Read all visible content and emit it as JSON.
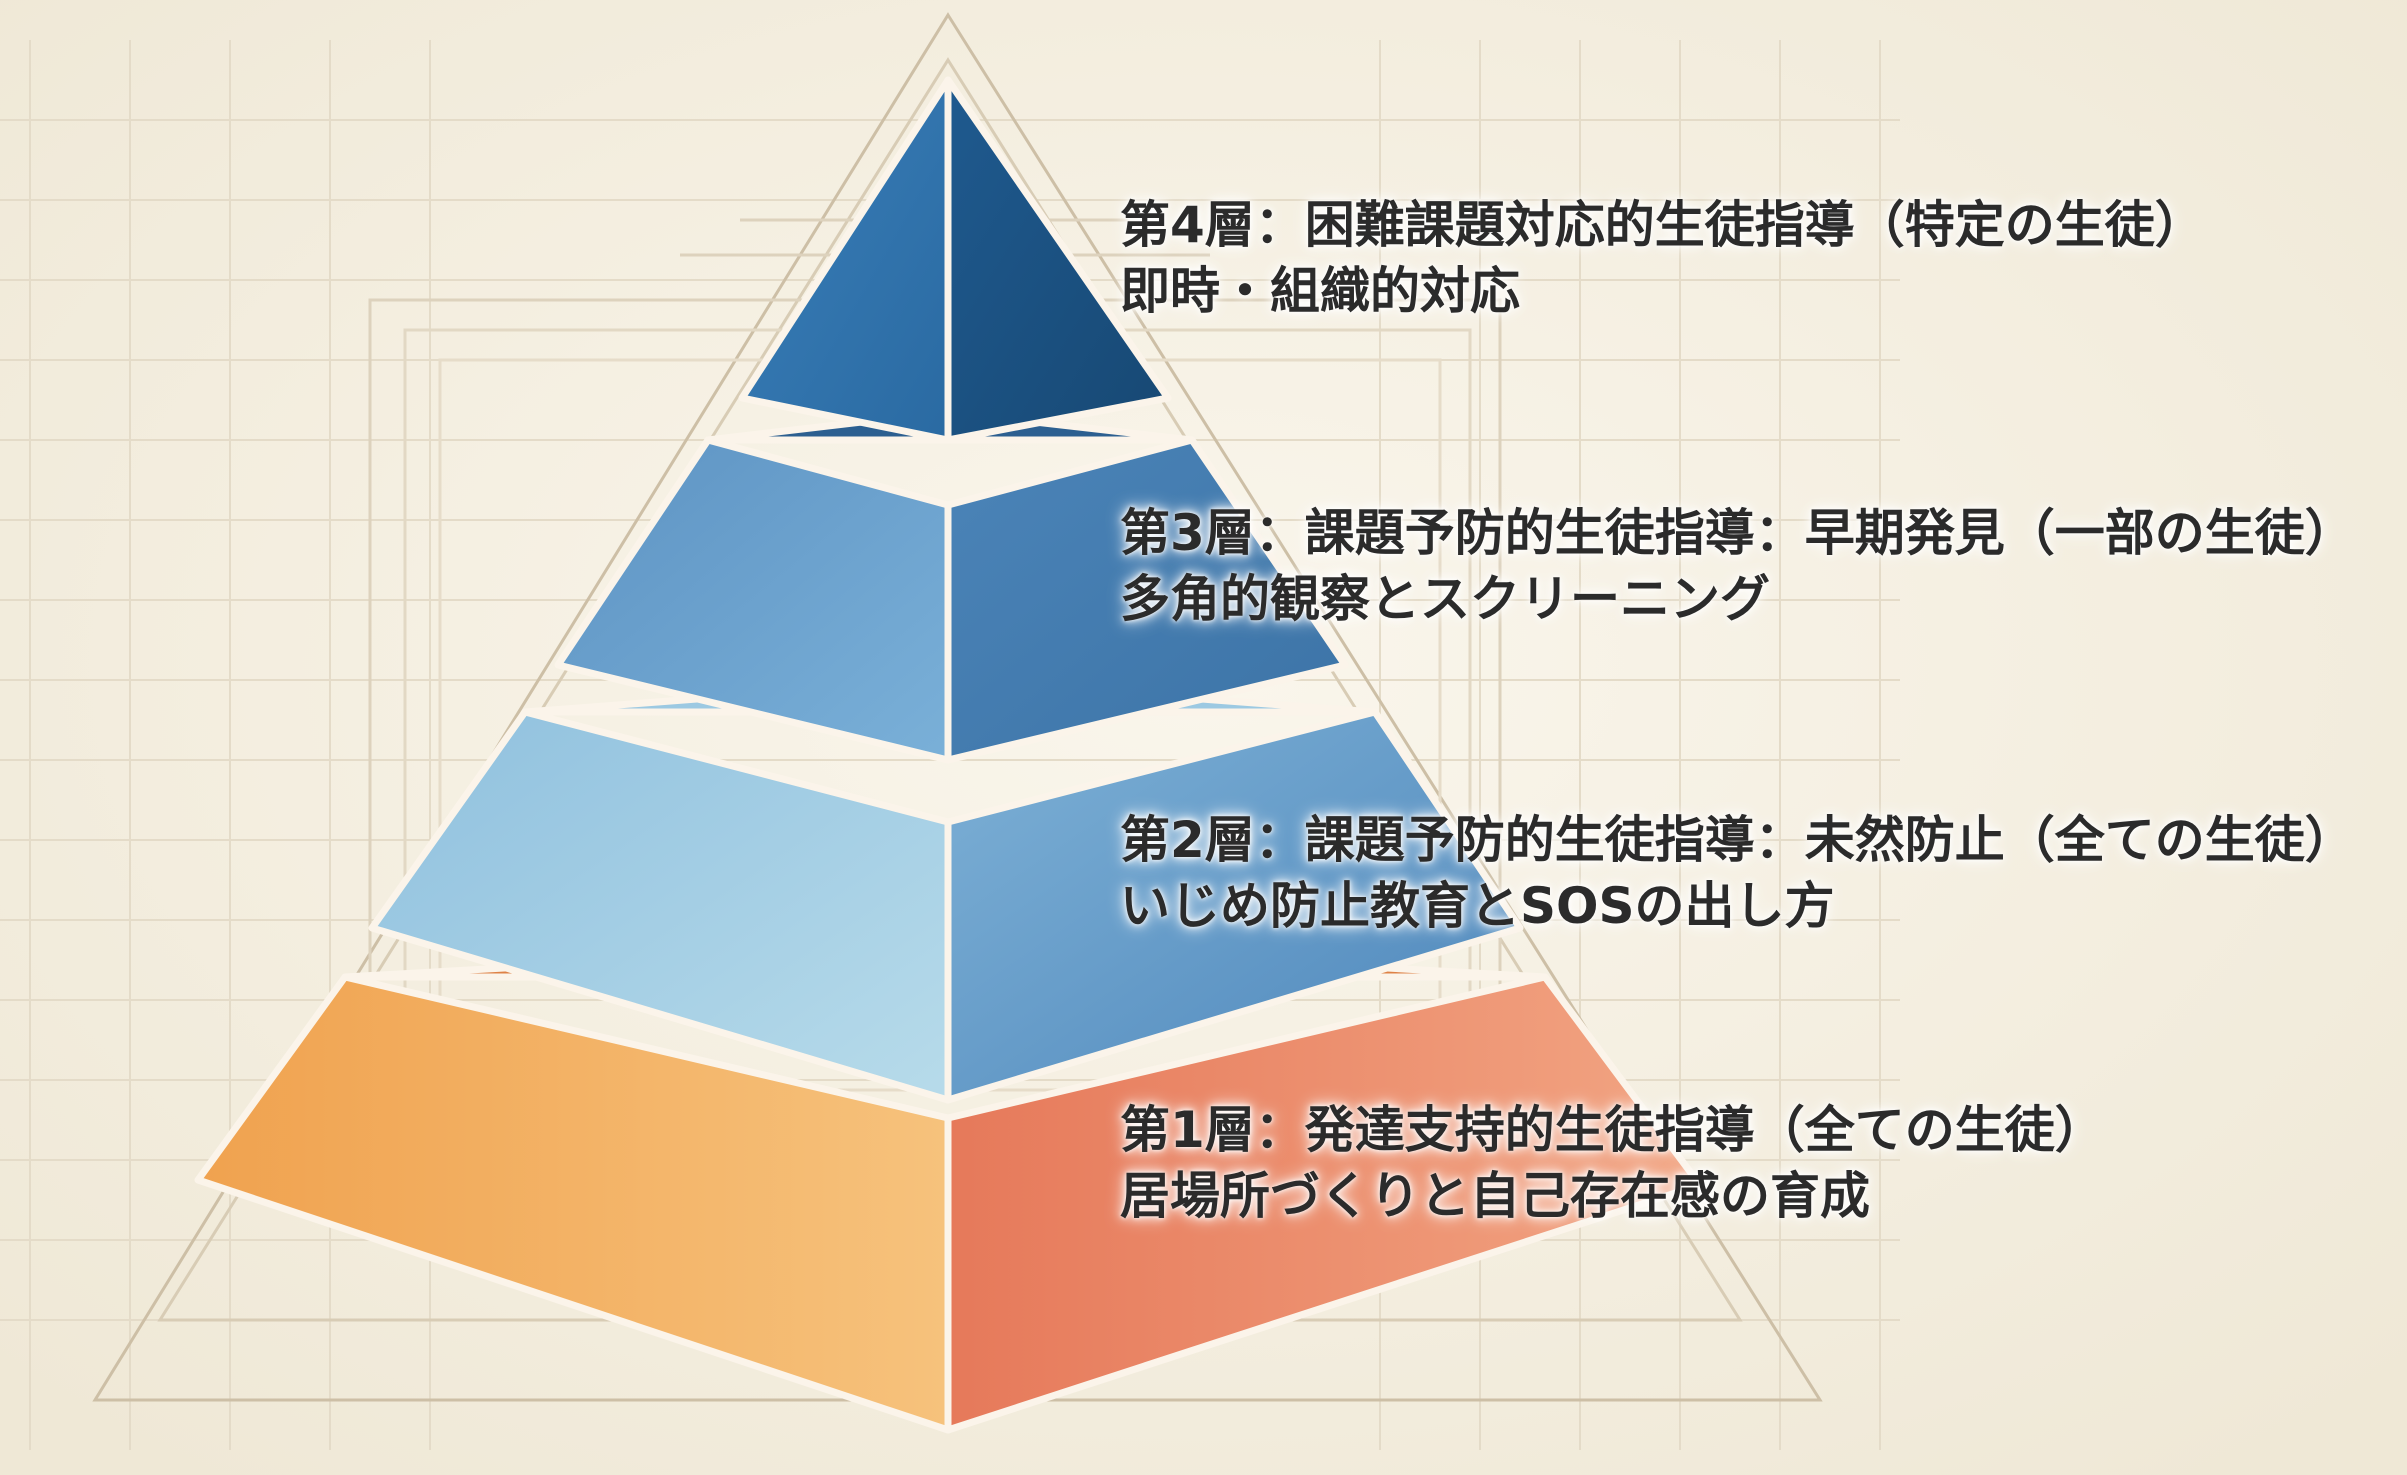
{
  "layers": [
    {
      "level": 4,
      "title": "第4層：困難課題対応的生徒指導（特定の生徒）",
      "subtitle": "即時・組織的対応",
      "colors": {
        "left": "#2e6fa8",
        "right": "#1b4f80",
        "edge": "#1d4e7d"
      }
    },
    {
      "level": 3,
      "title": "第3層：課題予防的生徒指導：早期発見（一部の生徒）",
      "subtitle": "多角的観察とスクリーニング",
      "colors": {
        "left": "#6da3cf",
        "right": "#4a82b6",
        "edge": "#2c5f90"
      }
    },
    {
      "level": 2,
      "title": "第2層：課題予防的生徒指導：未然防止（全ての生徒）",
      "subtitle": "いじめ防止教育とSOSの出し方",
      "colors": {
        "left": "#a9d2e7",
        "right": "#5d93c4",
        "edge": "#8cbad8"
      }
    },
    {
      "level": 1,
      "title": "第1層：発達支持的生徒指導（全ての生徒）",
      "subtitle": "居場所づくりと自己存在感の育成",
      "colors": {
        "left": "#f3b264",
        "right": "#e17d58",
        "edge": "#d9763f"
      }
    }
  ],
  "background": {
    "paper": "#f4efe2",
    "grid": "#e2d9c6",
    "lines": "#cfc3ad"
  }
}
